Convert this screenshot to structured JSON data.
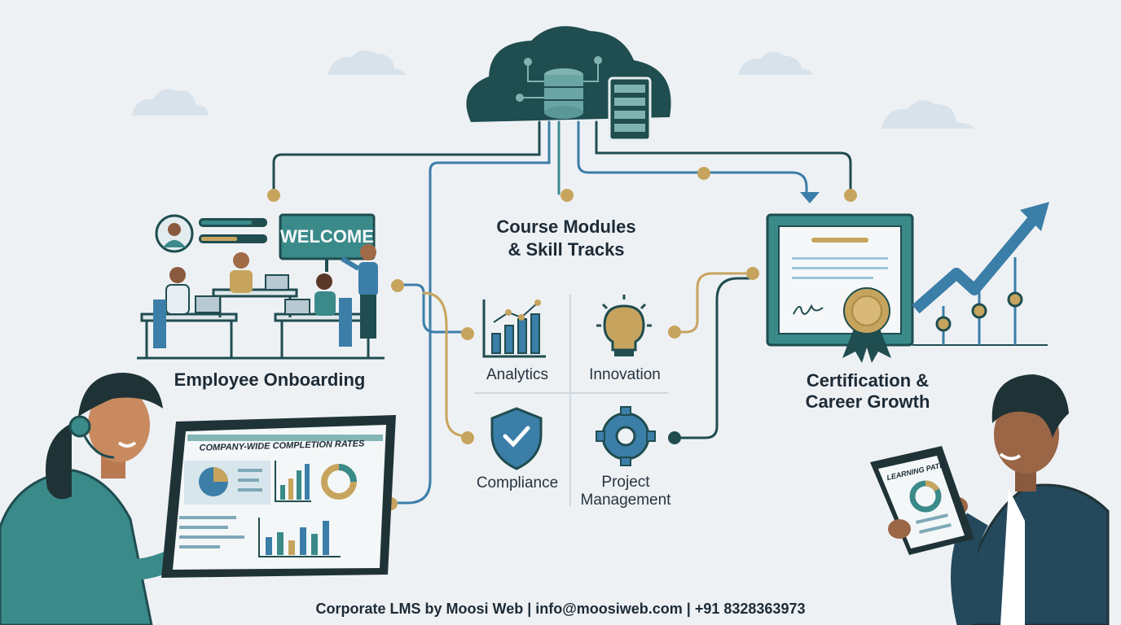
{
  "palette": {
    "teal_dark": "#1f4d50",
    "teal": "#3a8a8a",
    "blue": "#3b7ea8",
    "gold": "#c7a45e",
    "navy": "#24485c",
    "background": "#eef1f4"
  },
  "onboarding": {
    "title": "Employee Onboarding",
    "sign": "WELCOME"
  },
  "modules": {
    "title_line1": "Course Modules",
    "title_line2": "& Skill Tracks",
    "items": [
      {
        "label": "Analytics",
        "icon": "bar-chart-icon"
      },
      {
        "label": "Innovation",
        "icon": "lightbulb-icon"
      },
      {
        "label": "Compliance",
        "icon": "shield-check-icon"
      },
      {
        "label": "Project",
        "label2": "Management",
        "icon": "gear-icon"
      }
    ]
  },
  "certification": {
    "title_line1": "Certification &",
    "title_line2": "Career Growth"
  },
  "dashboard": {
    "title": "COMPANY-WIDE COMPLETION RATES"
  },
  "learner": {
    "tablet_title": "LEARNING PATH"
  },
  "footer": {
    "text": "Corporate LMS by Moosi Web | info@moosiweb.com | +91 8328363973"
  }
}
